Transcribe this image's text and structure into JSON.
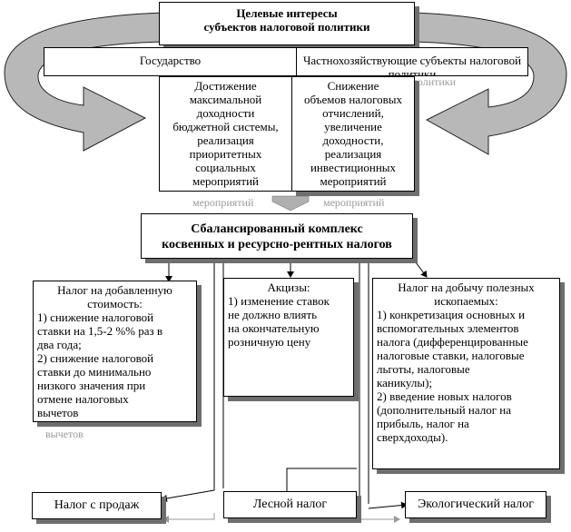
{
  "top": {
    "title_line1": "Целевые интересы",
    "title_line2": "субъектов налоговой политики"
  },
  "subjects": {
    "state": "Государство",
    "private": "Частнохозяйствующие субъекты налоговой политики"
  },
  "goals": {
    "state_lines": [
      "Достижение",
      "максимальной",
      "доходности",
      "бюджетной системы,",
      "реализация",
      "приоритетных",
      "социальных",
      "мероприятий"
    ],
    "private_lines": [
      "Снижение",
      "объемов налоговых",
      "отчислений,",
      "увеличение",
      "доходности,",
      "реализация",
      "инвестиционных",
      "мероприятий"
    ]
  },
  "ghost": {
    "private_overflow": "налоговой политики",
    "state_overflow": "мероприятий",
    "private_goal_overflow": "мероприятий",
    "vat_overflow": "вычетов"
  },
  "complex": {
    "line1": "Сбалансированный комплекс",
    "line2": "косвенных и ресурсно-рентных налогов"
  },
  "vat": {
    "lines": [
      "Налог на добавленную",
      "стоимость:",
      "1) снижение налоговой",
      "ставки на 1,5-2 %% раз в",
      "два года;",
      "2) снижение налоговой",
      "ставки до минимально",
      "низкого значения при",
      "отмене налоговых",
      "вычетов"
    ]
  },
  "excise": {
    "lines": [
      "Акцизы:",
      "1) изменение ставок",
      "не должно влиять",
      "на окончательную",
      "розничную цену"
    ]
  },
  "mineral": {
    "lines": [
      "Налог на добычу полезных",
      "ископаемых:",
      "1) конкретизация основных и",
      "вспомогательных элементов",
      "налога (дифференцированные",
      "налоговые ставки, налоговые",
      "льготы, налоговые",
      "каникулы);",
      "2) введение новых налогов",
      "(дополнительный налог на",
      "прибыль, налог на",
      "сверхдоходы)."
    ]
  },
  "bottom": {
    "sales": "Налог с продаж",
    "forest": "Лесной налог",
    "eco": "Экологический налог"
  }
}
